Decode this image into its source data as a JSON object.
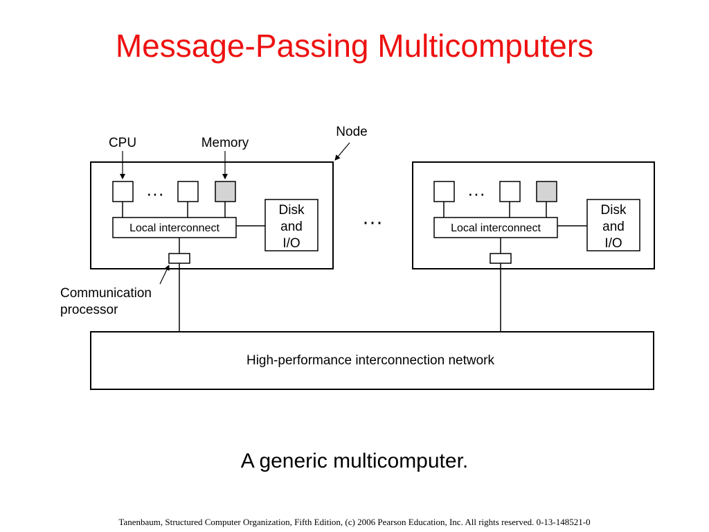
{
  "title": "Message-Passing Multicomputers",
  "colors": {
    "title": "#ee1111",
    "line": "#000000",
    "memory_fill": "#d4d4d4"
  },
  "labels": {
    "cpu": "CPU",
    "memory": "Memory",
    "node": "Node",
    "communication_processor": [
      "Communication",
      "processor"
    ],
    "local_interconnect": "Local interconnect",
    "disk_io": [
      "Disk",
      "and",
      "I/O"
    ],
    "ellipsis": "···",
    "network": "High-performance interconnection network"
  },
  "caption": "A generic multicomputer.",
  "footer": "Tanenbaum, Structured Computer Organization, Fifth Edition, (c) 2006 Pearson Education, Inc. All rights reserved. 0-13-148521-0"
}
